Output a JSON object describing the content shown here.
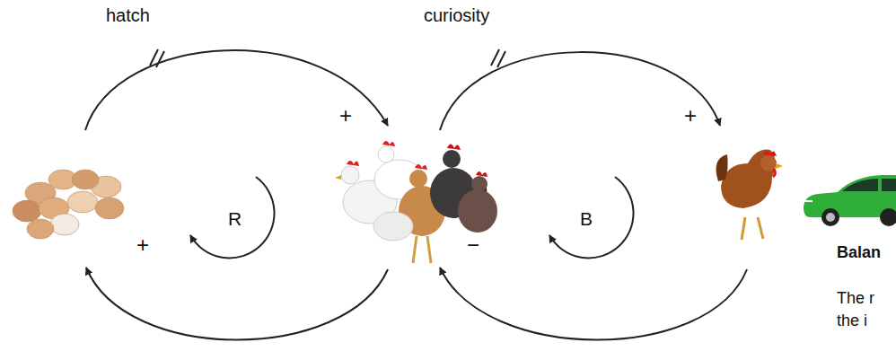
{
  "diagram": {
    "labels": [
      "hatch",
      "+",
      "+",
      "R",
      "curiosity",
      "+",
      "−",
      "B",
      "Balan",
      "The r",
      "the i"
    ]
  }
}
